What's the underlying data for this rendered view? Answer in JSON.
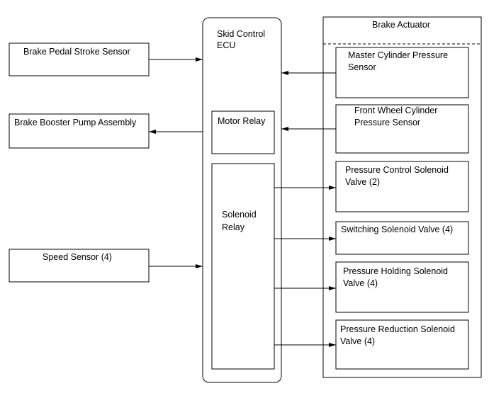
{
  "ecu": {
    "title_line1": "Skid Control",
    "title_line2": "ECU",
    "motor_relay": "Motor Relay",
    "solenoid_relay_line1": "Solenoid",
    "solenoid_relay_line2": "Relay"
  },
  "inputs": {
    "brake_pedal_stroke_sensor": "Brake Pedal Stroke Sensor",
    "speed_sensor": "Speed Sensor (4)"
  },
  "outputs": {
    "brake_booster_pump_assembly": "Brake Booster Pump Assembly"
  },
  "actuator": {
    "title": "Brake Actuator",
    "master_cylinder_line1": "Master Cylinder Pressure",
    "master_cylinder_line2": "Sensor",
    "front_wheel_line1": "Front Wheel Cylinder",
    "front_wheel_line2": "Pressure Sensor",
    "pressure_control_line1": "Pressure Control Solenoid",
    "pressure_control_line2": "Valve (2)",
    "switching_valve": "Switching Solenoid Valve (4)",
    "pressure_holding_line1": "Pressure Holding Solenoid",
    "pressure_holding_line2": "Valve (4)",
    "pressure_reduction_line1": "Pressure Reduction Solenoid",
    "pressure_reduction_line2": "Valve (4)"
  }
}
